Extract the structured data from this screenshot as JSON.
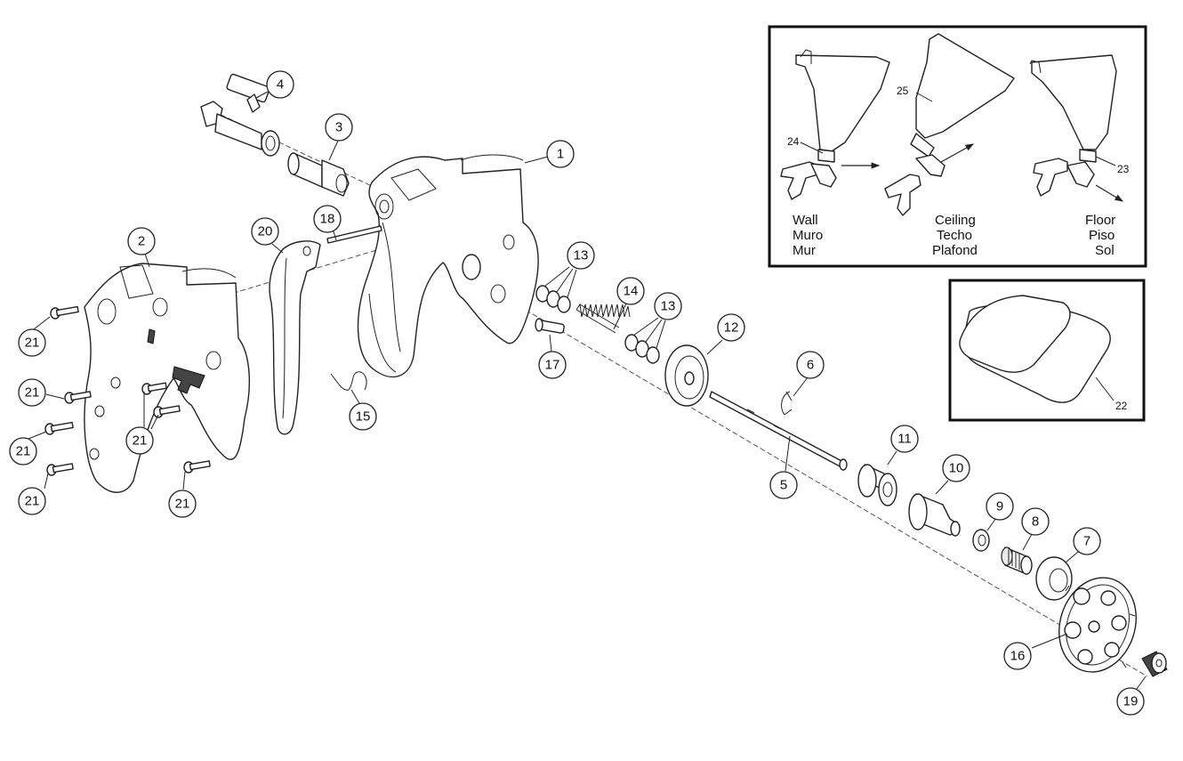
{
  "callouts": [
    {
      "id": "1",
      "label": "1"
    },
    {
      "id": "2",
      "label": "2"
    },
    {
      "id": "3",
      "label": "3"
    },
    {
      "id": "4",
      "label": "4"
    },
    {
      "id": "5",
      "label": "5"
    },
    {
      "id": "6",
      "label": "6"
    },
    {
      "id": "7",
      "label": "7"
    },
    {
      "id": "8",
      "label": "8"
    },
    {
      "id": "9",
      "label": "9"
    },
    {
      "id": "10",
      "label": "10"
    },
    {
      "id": "11",
      "label": "11"
    },
    {
      "id": "12",
      "label": "12"
    },
    {
      "id": "13a",
      "label": "13"
    },
    {
      "id": "13b",
      "label": "13"
    },
    {
      "id": "14",
      "label": "14"
    },
    {
      "id": "15",
      "label": "15"
    },
    {
      "id": "16",
      "label": "16"
    },
    {
      "id": "17",
      "label": "17"
    },
    {
      "id": "18",
      "label": "18"
    },
    {
      "id": "19",
      "label": "19"
    },
    {
      "id": "20",
      "label": "20"
    },
    {
      "id": "21a",
      "label": "21"
    },
    {
      "id": "21b",
      "label": "21"
    },
    {
      "id": "21c",
      "label": "21"
    },
    {
      "id": "21d",
      "label": "21"
    },
    {
      "id": "21e",
      "label": "21"
    },
    {
      "id": "21f",
      "label": "21"
    }
  ],
  "inset_orientation": {
    "numbers": {
      "n24": "24",
      "n25": "25",
      "n23": "23"
    },
    "wall": [
      "Wall",
      "Muro",
      "Mur"
    ],
    "ceiling": [
      "Ceiling",
      "Techo",
      "Plafond"
    ],
    "floor": [
      "Floor",
      "Piso",
      "Sol"
    ]
  },
  "inset_pad": {
    "number": "22"
  }
}
